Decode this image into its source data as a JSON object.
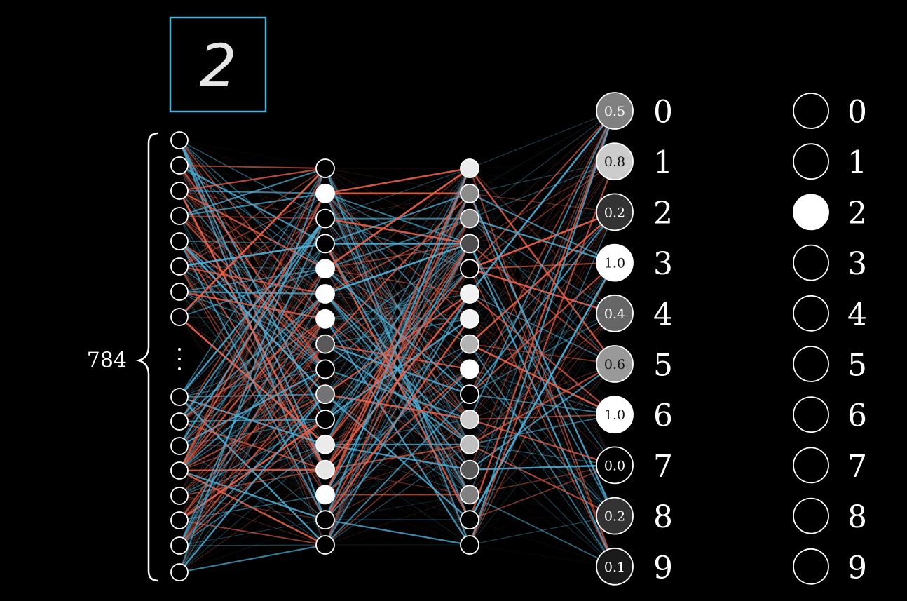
{
  "input_count_label": "784",
  "input_image": {
    "digit": "2",
    "frame_color": "#4fb0d8"
  },
  "colors": {
    "background": "#000000",
    "positive_weight": "#e8614a",
    "negative_weight": "#4fb0d8",
    "neuron_stroke": "#ffffff"
  },
  "input_layer": {
    "top_visible": 8,
    "bottom_visible": 8,
    "has_ellipsis": true
  },
  "hidden_layer_1": {
    "activations": [
      0.0,
      1.0,
      0.0,
      0.0,
      1.0,
      1.0,
      1.0,
      0.35,
      0.0,
      0.45,
      0.0,
      0.92,
      0.9,
      1.0,
      0.0,
      0.0
    ]
  },
  "hidden_layer_2": {
    "activations": [
      0.92,
      0.55,
      0.55,
      0.3,
      0.0,
      0.95,
      0.95,
      0.7,
      1.0,
      0.0,
      0.8,
      0.75,
      0.35,
      0.5,
      0.0,
      0.0
    ]
  },
  "output_layer": [
    {
      "digit": "0",
      "value": "0.5",
      "activation": 0.5
    },
    {
      "digit": "1",
      "value": "0.8",
      "activation": 0.8
    },
    {
      "digit": "2",
      "value": "0.2",
      "activation": 0.2
    },
    {
      "digit": "3",
      "value": "1.0",
      "activation": 1.0
    },
    {
      "digit": "4",
      "value": "0.4",
      "activation": 0.4
    },
    {
      "digit": "5",
      "value": "0.6",
      "activation": 0.6
    },
    {
      "digit": "6",
      "value": "1.0",
      "activation": 1.0
    },
    {
      "digit": "7",
      "value": "0.0",
      "activation": 0.0
    },
    {
      "digit": "8",
      "value": "0.2",
      "activation": 0.2
    },
    {
      "digit": "9",
      "value": "0.1",
      "activation": 0.1
    }
  ],
  "target_layer": [
    {
      "digit": "0",
      "activation": 0
    },
    {
      "digit": "1",
      "activation": 0
    },
    {
      "digit": "2",
      "activation": 1
    },
    {
      "digit": "3",
      "activation": 0
    },
    {
      "digit": "4",
      "activation": 0
    },
    {
      "digit": "5",
      "activation": 0
    },
    {
      "digit": "6",
      "activation": 0
    },
    {
      "digit": "7",
      "activation": 0
    },
    {
      "digit": "8",
      "activation": 0
    },
    {
      "digit": "9",
      "activation": 0
    }
  ]
}
